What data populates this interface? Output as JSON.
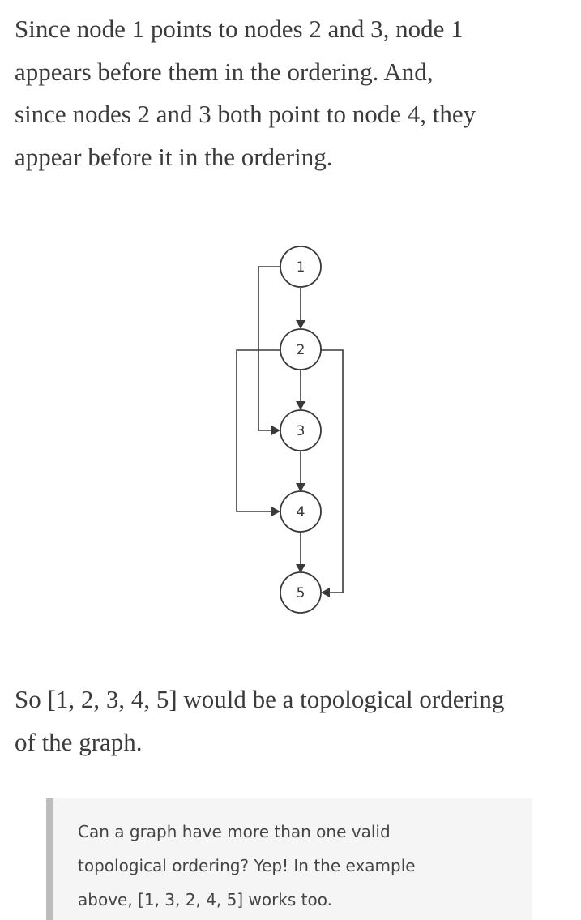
{
  "intro": {
    "lines": [
      "Since node 1 points to nodes 2 and 3, node 1",
      "appears before them in the ordering. And,",
      "since nodes 2 and 3 both point to node 4, they",
      "appear before it in the ordering."
    ]
  },
  "graph": {
    "nodes": [
      "1",
      "2",
      "3",
      "4",
      "5"
    ],
    "edges": [
      [
        "1",
        "2"
      ],
      [
        "2",
        "3"
      ],
      [
        "3",
        "4"
      ],
      [
        "4",
        "5"
      ],
      [
        "1",
        "3"
      ],
      [
        "2",
        "4"
      ],
      [
        "2",
        "5"
      ]
    ]
  },
  "conclusion": {
    "lines": [
      "So [1, 2, 3, 4, 5] would be a topological ordering",
      "of the graph."
    ]
  },
  "callout": {
    "lines": [
      "Can a graph have more than one valid",
      "topological ordering? Yep! In the example",
      "above, [1, 3, 2, 4, 5] works too."
    ]
  }
}
